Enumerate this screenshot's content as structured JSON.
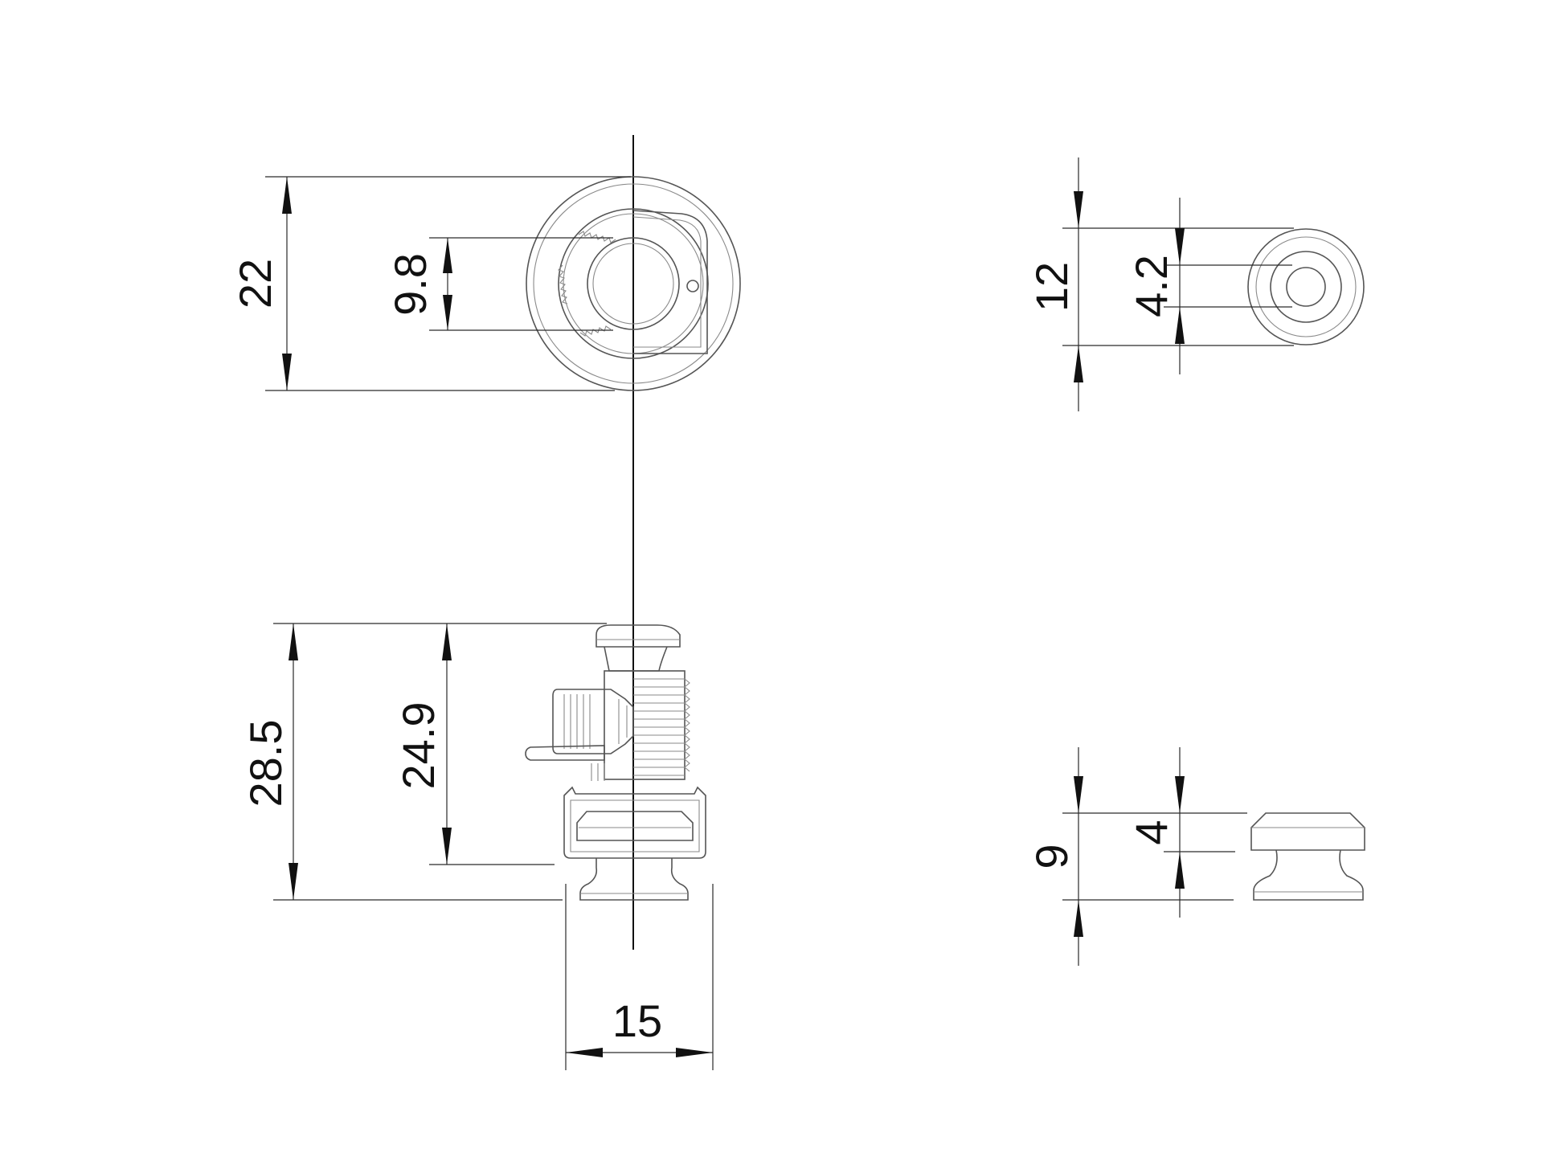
{
  "dimensions": {
    "head_diameter": "22",
    "head_inner_diameter": "9.8",
    "overall_height": "28.5",
    "body_height": "24.9",
    "base_width": "15",
    "button_diameter": "12",
    "button_hole_diameter": "4.2",
    "button_height": "9",
    "button_neck_height": "4"
  },
  "colors": {
    "line": "#111111",
    "part_outline": "#555555"
  }
}
